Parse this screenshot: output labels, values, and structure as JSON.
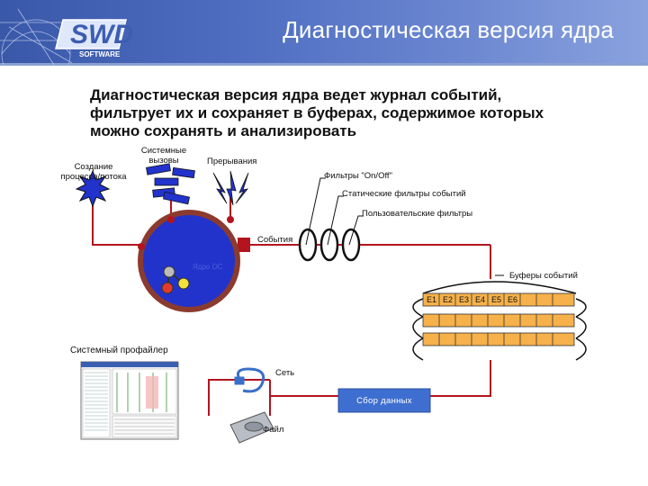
{
  "slide": {
    "title": "Диагностическая версия ядра",
    "logo_text": "SWD",
    "logo_subtext": "SOFTWARE",
    "lead": "Диагностическая версия ядра ведет журнал событий, фильтрует их и сохраняет в буферах, содержимое которых можно сохранять и анализировать"
  },
  "labels": {
    "process_creation": "Создание процесса/потока",
    "system_calls": "Системные вызовы",
    "interrupts": "Прерывания",
    "onoff_filters": "Фильтры \"On/Off\"",
    "static_filters": "Статические фильтры событий",
    "user_filters": "Пользовательские фильтры",
    "events": "События",
    "buffers": "Буферы событий",
    "profiler": "Системный профайлер",
    "network": "Сеть",
    "data_collection": "Сбор данных",
    "file": "Файл",
    "kernel_inner": "Ядро ОС"
  },
  "buffer_cells": [
    "E1",
    "E2",
    "E3",
    "E4",
    "E5",
    "E6"
  ],
  "colors": {
    "header_blue": "#4463b6",
    "kernel_blue": "#2233cc",
    "kernel_rim": "#8b3b2e",
    "flow_red": "#b3141e",
    "buffer_orange": "#f6b14a",
    "collect_blue": "#3e6fd0"
  }
}
